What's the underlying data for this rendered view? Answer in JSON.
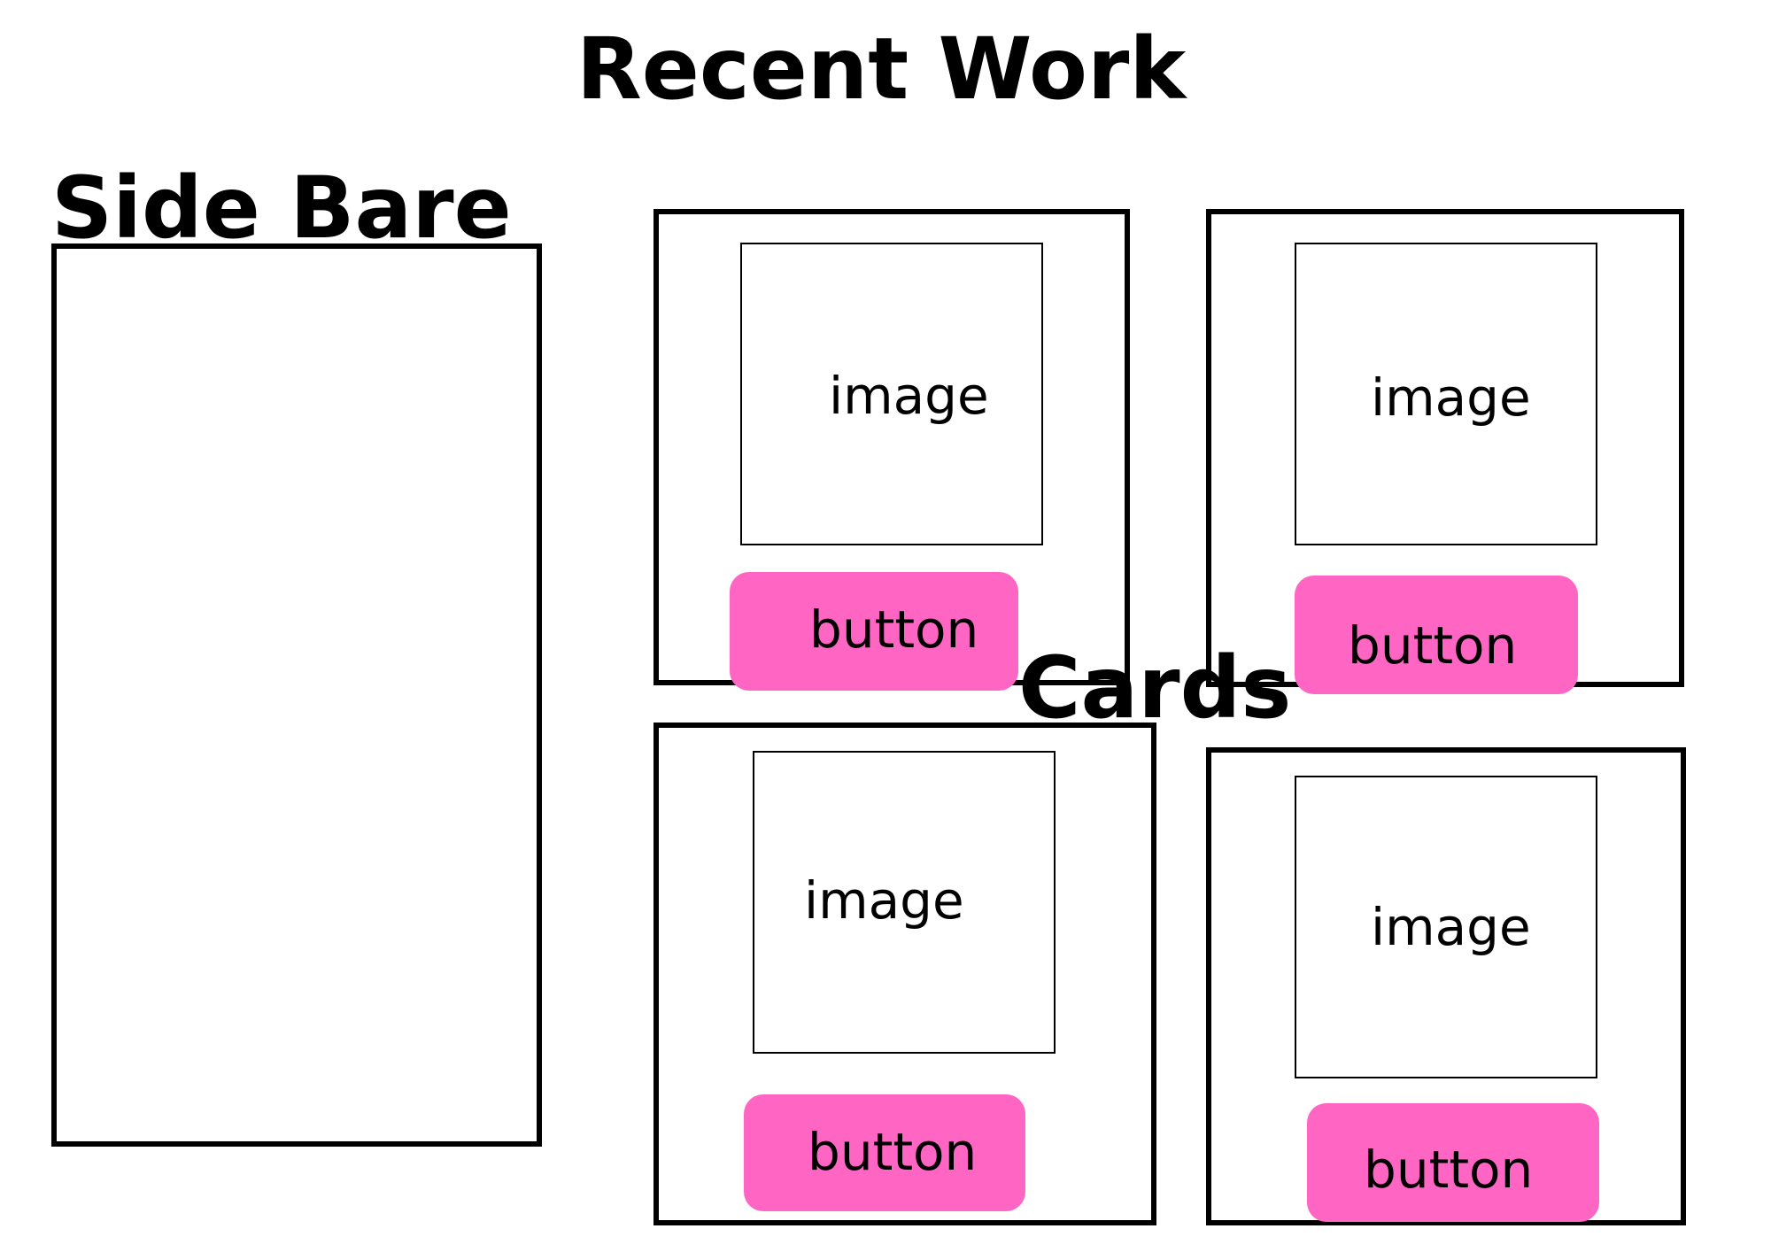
{
  "page": {
    "title": "Recent Work"
  },
  "sidebar": {
    "label": "Side Bare"
  },
  "cards_section": {
    "label": "Cards"
  },
  "cards": [
    {
      "image_label": "image",
      "button_label": "button"
    },
    {
      "image_label": "image",
      "button_label": "button"
    },
    {
      "image_label": "image",
      "button_label": "button"
    },
    {
      "image_label": "image",
      "button_label": "button"
    }
  ],
  "colors": {
    "button_fill": "#ff66c4",
    "outline": "#000000",
    "background": "#ffffff"
  }
}
